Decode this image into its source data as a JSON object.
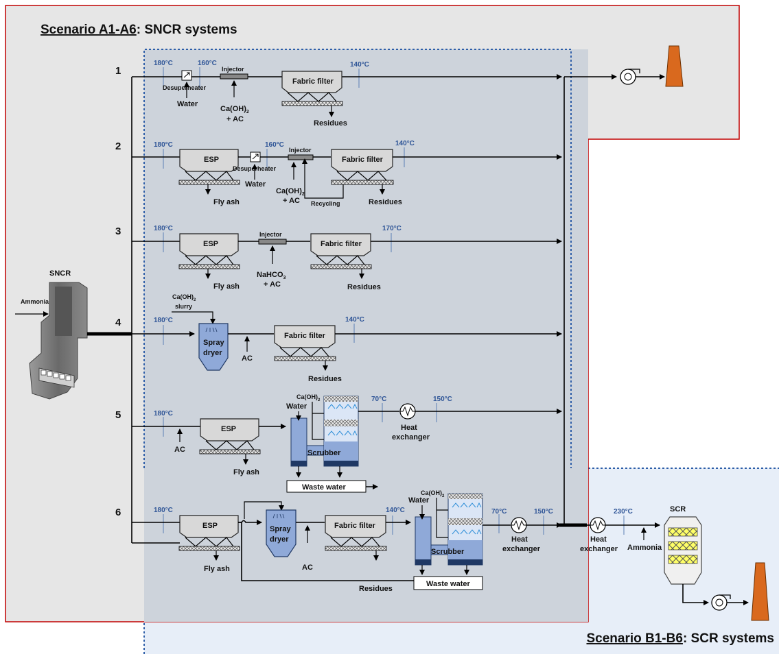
{
  "scenario_a": {
    "prefix": "Scenario A1-A6",
    "suffix": ": SNCR systems"
  },
  "scenario_b": {
    "prefix": "Scenario B1-B6",
    "suffix": ": SCR systems"
  },
  "colors": {
    "scenario_a_border": "#c00000",
    "scenario_b_border": "#2e5ea8",
    "scenario_a_bg": "#e6e6e6",
    "scenario_b_bg": "#e7eef8",
    "overlap_bg": "#cdd3db",
    "stack": "#d9691e",
    "temperature": "#2f5597"
  },
  "sncr": {
    "title": "SNCR",
    "ammonia": "Ammonia"
  },
  "lines": [
    "1",
    "2",
    "3",
    "4",
    "5",
    "6"
  ],
  "labels": {
    "desuperheater": "Desuperheater",
    "water": "Water",
    "injector": "Injector",
    "fabric_filter": "Fabric filter",
    "esp": "ESP",
    "residues": "Residues",
    "fly_ash": "Fly ash",
    "recycling": "Recycling",
    "ac": "AC",
    "ca_oh_2": "Ca(OH)",
    "sub2": "2",
    "sub3": "3",
    "plus_ac": "+ AC",
    "nahco": "NaHCO",
    "slurry": "slurry",
    "spray": "Spray",
    "dryer": "dryer",
    "scrubber": "Scrubber",
    "waste_water": "Waste water",
    "heat": "Heat",
    "exchanger": "exchanger",
    "scr": "SCR",
    "ammonia": "Ammonia"
  },
  "temps": {
    "t180": "180°C",
    "t160": "160°C",
    "t140": "140°C",
    "t170": "170°C",
    "t70": "70°C",
    "t150": "150°C",
    "t230": "230°C"
  }
}
